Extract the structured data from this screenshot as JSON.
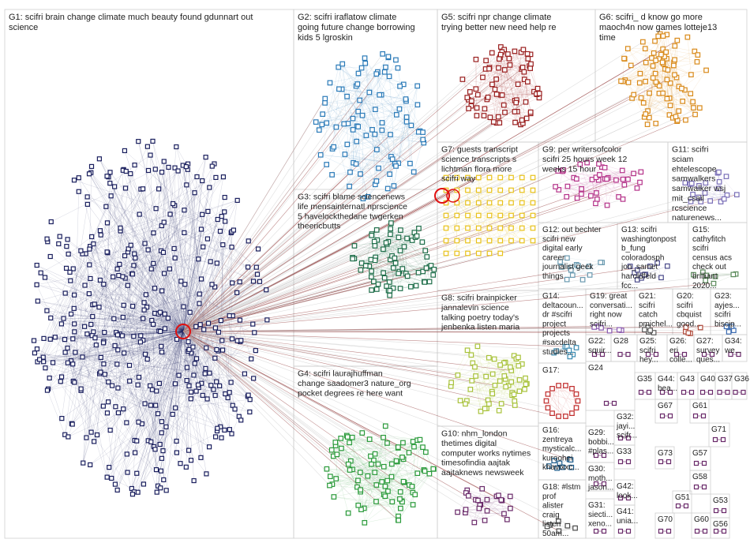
{
  "graph": {
    "colors": {
      "edge_main": "#c9c9c9",
      "edge_dark": "#8a2b2b",
      "box_border": "#cfcfcf",
      "hub_ring": "#e01010",
      "node_fill": "#ffffff"
    },
    "groups": [
      {
        "id": "G1",
        "label": "G1: scifri brain change climate much beauty found gdunnart out science",
        "color": "#1a1f5e",
        "nodes": 420
      },
      {
        "id": "G2",
        "label": "G2: scifri iraflatow climate going future change borrowing kids 5 lgroskin",
        "color": "#2a7ab8",
        "nodes": 95
      },
      {
        "id": "G5",
        "label": "G5: scifri npr change climate trying better new need help re",
        "color": "#9a1f1f",
        "nodes": 80
      },
      {
        "id": "G6",
        "label": "G6: scifri_ d know go more maoch4n now games lotteje13 time",
        "color": "#d98a1a",
        "nodes": 85
      },
      {
        "id": "G7",
        "label": "G7: guests transcript science transcripts s lichtman flora more scifri way",
        "color": "#e8c21a",
        "nodes": 60
      },
      {
        "id": "G9",
        "label": "G9: per writersofcolor scifri 25 hours week 12 weeks 15 hour",
        "color": "#b5338a",
        "nodes": 40
      },
      {
        "id": "G11",
        "label": "G11: scifri sciam ehtelescope samwalkers samwalker wsj mit_csail rcscience naturenews...",
        "color": "#7a6fb8",
        "nodes": 20
      },
      {
        "id": "G3",
        "label": "G3: scifri blame sciencenews life mensainternatl nprscience 5 havelockthedane twgerken theericbutts",
        "color": "#1f6e4a",
        "nodes": 75
      },
      {
        "id": "G12",
        "label": "G12: out bechter scifri new digital early career journalist geek things",
        "color": "#6a9ab0",
        "nodes": 14
      },
      {
        "id": "G13",
        "label": "G13: scifri washingtonpost b_fung coloradosph jon_samet haroldfeld fcc...",
        "color": "#4a4a8a",
        "nodes": 12
      },
      {
        "id": "G15",
        "label": "G15: cathyfitch scifri census acs check out brilliant 2020...",
        "color": "#5a8a5a",
        "nodes": 8
      },
      {
        "id": "G8",
        "label": "G8: scifri brainpicker jannalevin science talking poetry today's jenbenka listen maria",
        "color": "#a8c23a",
        "nodes": 55
      },
      {
        "id": "G14",
        "label": "G14: deltacoun... dr #scifri project projects #sacdelta studies...",
        "color": "#3a8ab0",
        "nodes": 8
      },
      {
        "id": "G19",
        "label": "G19: great conversati... right now scifri...",
        "color": "#8a5ab0",
        "nodes": 6
      },
      {
        "id": "G21",
        "label": "G21: scifri catch pmichel...",
        "color": "#5a5a5a",
        "nodes": 5
      },
      {
        "id": "G20",
        "label": "G20: scifri cbquist good...",
        "color": "#b04a3a",
        "nodes": 5
      },
      {
        "id": "G23",
        "label": "G23: ayjes... scifri biscip...",
        "color": "#3a6ab0",
        "nodes": 5
      },
      {
        "id": "G4",
        "label": "G4: scifri laurajhuffman change saadomer3 nature_org pocket degrees re here want",
        "color": "#2a9a3a",
        "nodes": 90
      },
      {
        "id": "G17",
        "label": "G17:",
        "color": "#c02a2a",
        "nodes": 14
      },
      {
        "id": "G10",
        "label": "G10: nhm_london thetimes digital computer works nytimes timesofindia aajtak aajtaknews newsweek",
        "color": "#6a2a6a",
        "nodes": 24
      },
      {
        "id": "G16",
        "label": "G16: zentreya mysticalc... kuroohei khavixxc...",
        "color": "#1a5a8a",
        "nodes": 8
      },
      {
        "id": "G18",
        "label": "G18: #lstm prof alister craig listen 50am...",
        "color": "#4a4a4a",
        "nodes": 6
      }
    ],
    "small_groups": [
      {
        "id": "G22",
        "label": "G22: squir..."
      },
      {
        "id": "G28",
        "label": "G28"
      },
      {
        "id": "G25",
        "label": "G25: scifri hey..."
      },
      {
        "id": "G26",
        "label": "G26: eri colle..."
      },
      {
        "id": "G27",
        "label": "G27: survey ques..."
      },
      {
        "id": "G34",
        "label": "G34: we..."
      },
      {
        "id": "G24",
        "label": "G24"
      },
      {
        "id": "G35",
        "label": "G35"
      },
      {
        "id": "G44",
        "label": "G44: bea..."
      },
      {
        "id": "G43",
        "label": "G43"
      },
      {
        "id": "G40",
        "label": "G40"
      },
      {
        "id": "G37",
        "label": "G37"
      },
      {
        "id": "G36",
        "label": "G36"
      },
      {
        "id": "G32",
        "label": "G32: jayi... scifr..."
      },
      {
        "id": "G29",
        "label": "G29: bobbi... #plas..."
      },
      {
        "id": "G33",
        "label": "G33"
      },
      {
        "id": "G30",
        "label": "G30: moth... jason..."
      },
      {
        "id": "G31",
        "label": "G31: siecti... xeno..."
      },
      {
        "id": "G42",
        "label": "G42: look..."
      },
      {
        "id": "G41",
        "label": "G41: unia..."
      },
      {
        "id": "G67",
        "label": "G67"
      },
      {
        "id": "G61",
        "label": "G61"
      },
      {
        "id": "G73",
        "label": "G73"
      },
      {
        "id": "G71",
        "label": "G71"
      },
      {
        "id": "G58",
        "label": "G58"
      },
      {
        "id": "G57",
        "label": "G57"
      },
      {
        "id": "G51",
        "label": "G51"
      },
      {
        "id": "G53",
        "label": "G53"
      },
      {
        "id": "G70",
        "label": "G70"
      },
      {
        "id": "G60",
        "label": "G60"
      },
      {
        "id": "G56",
        "label": "G56"
      }
    ]
  }
}
